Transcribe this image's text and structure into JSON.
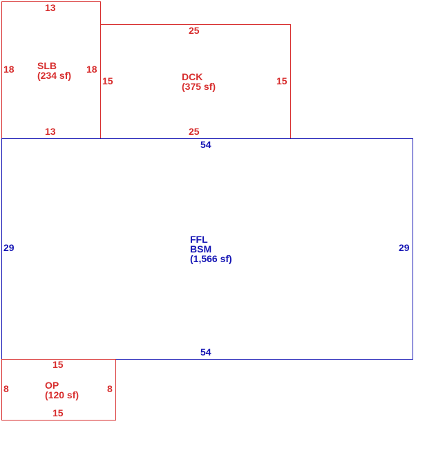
{
  "colors": {
    "attached": "#d72d2d",
    "main": "#1414b4",
    "background": "#ffffff"
  },
  "areas": {
    "slb": {
      "name": "SLB",
      "area": "(234 sf)",
      "top": "13",
      "bottom": "13",
      "left": "18",
      "right": "18"
    },
    "dck": {
      "name": "DCK",
      "area": "(375 sf)",
      "top": "25",
      "bottom": "25",
      "left": "15",
      "right": "15"
    },
    "main": {
      "name1": "FFL",
      "name2": "BSM",
      "area": "(1,566 sf)",
      "top": "54",
      "bottom": "54",
      "left": "29",
      "right": "29"
    },
    "op": {
      "name": "OP",
      "area": "(120 sf)",
      "top": "15",
      "bottom": "15",
      "left": "8",
      "right": "8"
    }
  }
}
